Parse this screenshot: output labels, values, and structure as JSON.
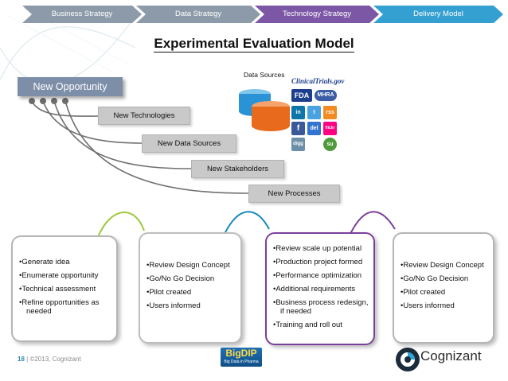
{
  "nav": [
    {
      "label": "Business Strategy",
      "color": "#8c9aa9"
    },
    {
      "label": "Data Strategy",
      "color": "#8c9aa9"
    },
    {
      "label": "Technology Strategy",
      "color": "#7b57a6"
    },
    {
      "label": "Delivery Model",
      "color": "#34a0d2"
    }
  ],
  "title": "Experimental Evaluation Model",
  "opportunity": "New Opportunity",
  "branches": [
    "New Technologies",
    "New Data Sources",
    "New Stakeholders",
    "New Processes"
  ],
  "data_sources": {
    "label": "Data Sources",
    "title": "ClinicalTrials.gov",
    "logos": [
      {
        "text": "FDA",
        "color": "#1b3f8c"
      },
      {
        "text": "MHRA",
        "color": "#3a5da5"
      },
      {
        "text": "in",
        "color": "#0e76a8"
      },
      {
        "text": "t",
        "color": "#4aa3df"
      },
      {
        "text": "rss",
        "color": "#f28b22"
      },
      {
        "text": "f",
        "color": "#3b5998"
      },
      {
        "text": "del",
        "color": "#3274d1"
      },
      {
        "text": "flickr",
        "color": "#ff0084"
      },
      {
        "text": "digg",
        "color": "#6b8fa8"
      },
      {
        "text": "su",
        "color": "#4f9a3a"
      }
    ]
  },
  "stages": [
    {
      "color": "#9bc93b",
      "items": [
        "Generate idea",
        "Enumerate opportunity",
        "Technical assessment",
        "Refine opportunities as needed"
      ]
    },
    {
      "color": "#178ab8",
      "items": [
        "Review Design Concept",
        "Go/No Go Decision",
        "Pilot created",
        "Users informed"
      ]
    },
    {
      "color": "#7b3f9c",
      "items": [
        "Review scale up potential",
        "Production project formed",
        "Performance optimization",
        "Additional requirements",
        "Business process redesign, if needed",
        "Training and roll out"
      ]
    },
    {
      "color": "#2f9fd8",
      "items": [
        "Review Design Concept",
        "Go/No Go Decision",
        "Pilot created",
        "Users informed"
      ]
    }
  ],
  "footer": {
    "page": "18",
    "text": "©2013, Cognizant"
  },
  "bigdip": {
    "name": "BigDIP",
    "tag": "Big Data in Pharma"
  },
  "cognizant": "Cognizant"
}
